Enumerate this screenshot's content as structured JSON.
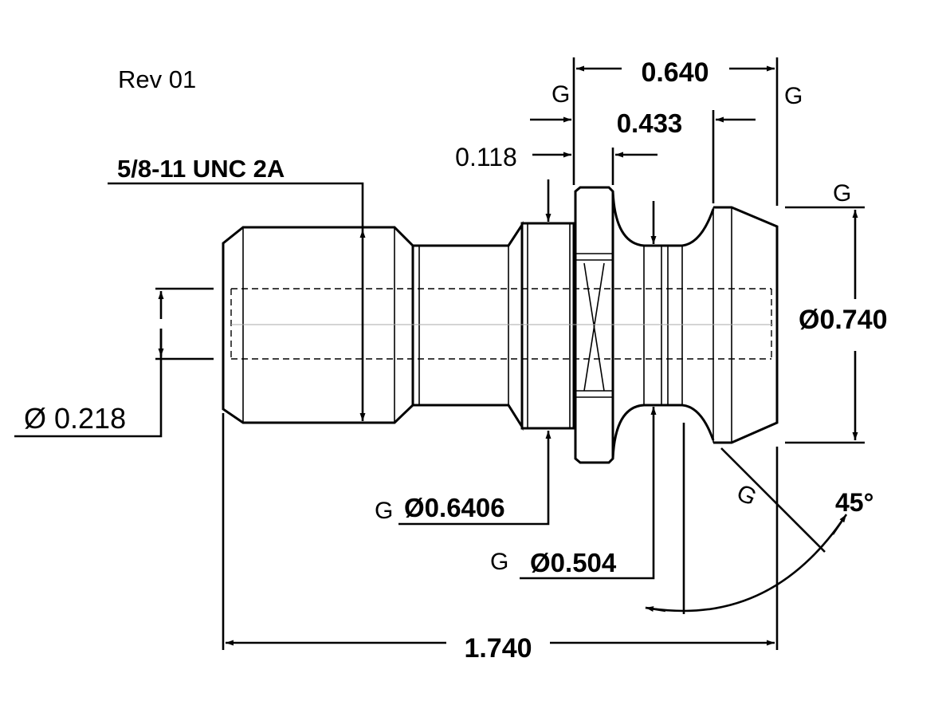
{
  "revision": "Rev 01",
  "thread_spec": "5/8-11 UNC 2A",
  "dimensions": {
    "overall_length": "1.740",
    "flange_to_end": "0.640",
    "taper_length": "0.433",
    "flange_offset": "0.118",
    "bore_diameter": "Ø 0.218",
    "collar_diameter": "Ø0.6406",
    "groove_diameter": "Ø0.504",
    "head_diameter": "Ø0.740",
    "taper_angle": "45°"
  },
  "grind_marks": [
    "G",
    "G",
    "G",
    "G",
    "G",
    "G"
  ],
  "colors": {
    "taper_length": "#0000ff",
    "head_diameter": "#ff0000",
    "taper_angle": "#1a9a1a"
  }
}
